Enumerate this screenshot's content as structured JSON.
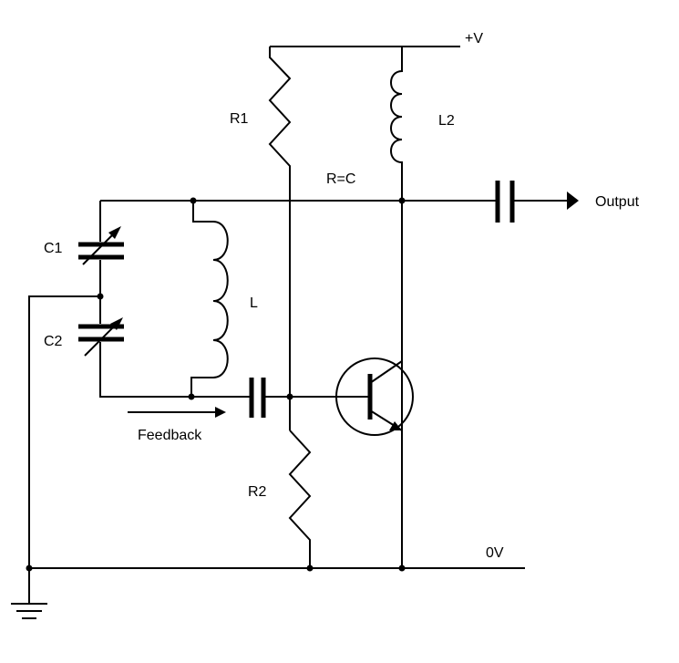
{
  "labels": {
    "supply": "+V",
    "ground_rail": "0V",
    "r1": "R1",
    "r2": "R2",
    "l2": "L2",
    "l": "L",
    "c1": "C1",
    "c2": "C2",
    "rc": "R=C",
    "output": "Output",
    "feedback": "Feedback"
  }
}
